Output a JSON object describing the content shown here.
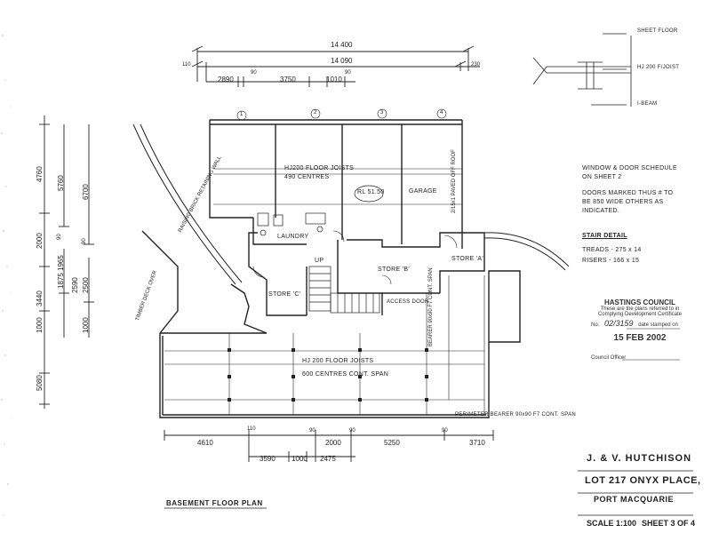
{
  "notes": {
    "sheet_floor": "SHEET FLOOR",
    "hj_joist": "HJ 200 F/JOIST",
    "i_beam": "I-BEAM",
    "window_door_schedule": "WINDOW & DOOR SCHEDULE",
    "on_sheet": "ON SHEET 2",
    "doors_marked": "DOORS MARKED THUS # TO",
    "be_850": "BE 850 WIDE OTHERS AS",
    "indicated": "INDICATED.",
    "stair_detail": "STAIR DETAIL",
    "treads": "TREADS - 275 x 14",
    "risers": "RISERS - 166 x 15",
    "floor_joists_1": "HJ200 FLOOR JOISTS",
    "floor_joists_2": "490 CENTRES",
    "rl": "RL 51.50",
    "garage": "GARAGE",
    "laundry": "LAUNDRY",
    "up": "UP",
    "store_a": "STORE 'A'",
    "store_b": "STORE 'B'",
    "store_c": "STORE 'C'",
    "access_door": "ACCESS DOOR",
    "bearer": "BEARER 90x90 F7 CONT. SPAN",
    "hj_floor_joists": "HJ 200   FLOOR JOISTS",
    "centres_cont": "600 CENTRES    CONT. SPAN",
    "perimeter_bearer": "PERIMETER BEARER 90x90 F7 CONT. SPAN",
    "retaining_wall": "RAISING BRICK RETAINING WALL",
    "timber_deck": "TIMBER DECK OVER",
    "hashed_door": "2/15x1 PAVED OFF ROOF",
    "grid_marks": [
      "1",
      "2",
      "3",
      "4"
    ]
  },
  "dims": {
    "top_overall": "14 400",
    "top_inner": "14 090",
    "top_left": "110",
    "top_right": "230",
    "top_a": "2890",
    "top_b": "90",
    "top_c": "3750",
    "top_d": "1010",
    "top_e": "90",
    "left_a": "4760",
    "left_b": "5760",
    "left_c": "6700",
    "left_d": "2000",
    "left_e": "90",
    "left_f": "90",
    "left_g": "3440",
    "left_h": "1875",
    "left_i": "1965",
    "left_j": "2590",
    "left_k": "2500",
    "left_l": "1000",
    "left_m": "1000",
    "left_n": "5080",
    "bot_a": "4610",
    "bot_b": "110",
    "bot_c": "90",
    "bot_d": "2000",
    "bot_e": "90",
    "bot_f": "5250",
    "bot_g": "90",
    "bot_h": "3710",
    "bot_i": "3590",
    "bot_j": "1000",
    "bot_k": "2475"
  },
  "stamp": {
    "council": "HASTINGS COUNCIL",
    "line1": "These are the plans referred to in",
    "line2": "Complying Development Certificate",
    "line3": "No.",
    "cert_no": "02/3159",
    "dated": "date stamped on",
    "date": "15 FEB 2002",
    "officer": "Council Officer"
  },
  "title_block": {
    "owner": "J. & V. HUTCHISON",
    "lot": "LOT 217 ONYX PLACE,",
    "town": "PORT MACQUARIE",
    "scale": "SCALE 1:100",
    "sheet": "SHEET 3 OF 4",
    "plan_name": "BASEMENT FLOOR PLAN"
  }
}
